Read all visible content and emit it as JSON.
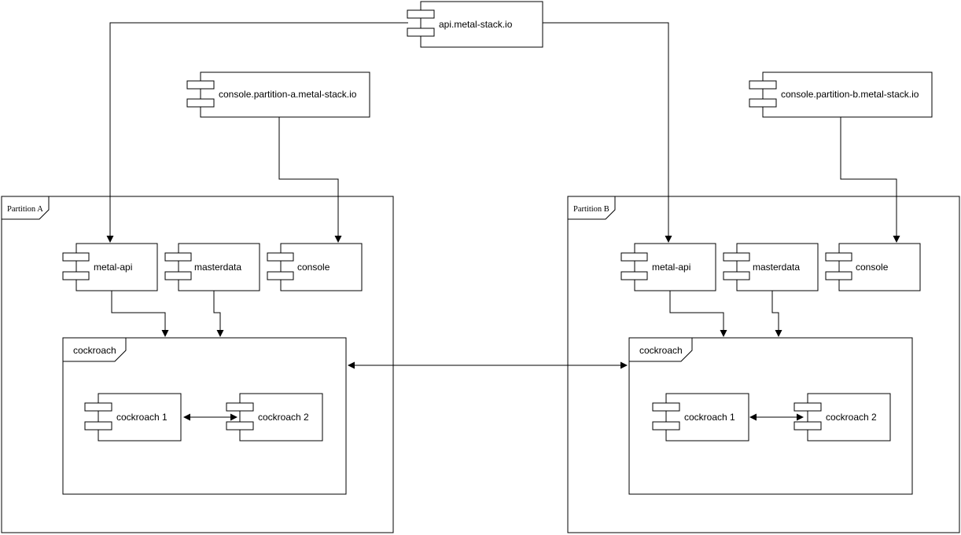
{
  "diagram": {
    "type": "uml-component-diagram",
    "colors": {
      "background": "#ffffff",
      "shape_fill": "#ffffff",
      "stroke": "#000000"
    },
    "nodes": {
      "api": {
        "label": "api.metal-stack.io"
      },
      "console_a": {
        "label": "console.partition-a.metal-stack.io"
      },
      "console_b": {
        "label": "console.partition-b.metal-stack.io"
      }
    },
    "partition_a": {
      "label": "Partition A",
      "metal_api": {
        "label": "metal-api"
      },
      "masterdata": {
        "label": "masterdata"
      },
      "console": {
        "label": "console"
      },
      "cockroach": {
        "label": "cockroach",
        "node1": {
          "label": "cockroach 1"
        },
        "node2": {
          "label": "cockroach 2"
        }
      }
    },
    "partition_b": {
      "label": "Partition B",
      "metal_api": {
        "label": "metal-api"
      },
      "masterdata": {
        "label": "masterdata"
      },
      "console": {
        "label": "console"
      },
      "cockroach": {
        "label": "cockroach",
        "node1": {
          "label": "cockroach 1"
        },
        "node2": {
          "label": "cockroach 2"
        }
      }
    },
    "connections": [
      {
        "from": "api.metal-stack.io",
        "to": "partition_a.metal-api",
        "style": "arrow"
      },
      {
        "from": "api.metal-stack.io",
        "to": "partition_b.metal-api",
        "style": "arrow"
      },
      {
        "from": "console.partition-a.metal-stack.io",
        "to": "partition_a.console",
        "style": "arrow"
      },
      {
        "from": "console.partition-b.metal-stack.io",
        "to": "partition_b.console",
        "style": "arrow"
      },
      {
        "from": "partition_a.metal-api",
        "to": "partition_a.cockroach",
        "style": "arrow"
      },
      {
        "from": "partition_a.masterdata",
        "to": "partition_a.cockroach",
        "style": "arrow"
      },
      {
        "from": "partition_b.metal-api",
        "to": "partition_b.cockroach",
        "style": "arrow"
      },
      {
        "from": "partition_b.masterdata",
        "to": "partition_b.cockroach",
        "style": "arrow"
      },
      {
        "from": "partition_a.cockroach",
        "to": "partition_b.cockroach",
        "style": "double-arrow"
      },
      {
        "from": "partition_a.cockroach 1",
        "to": "partition_a.cockroach 2",
        "style": "double-arrow"
      },
      {
        "from": "partition_b.cockroach 1",
        "to": "partition_b.cockroach 2",
        "style": "double-arrow"
      }
    ]
  }
}
